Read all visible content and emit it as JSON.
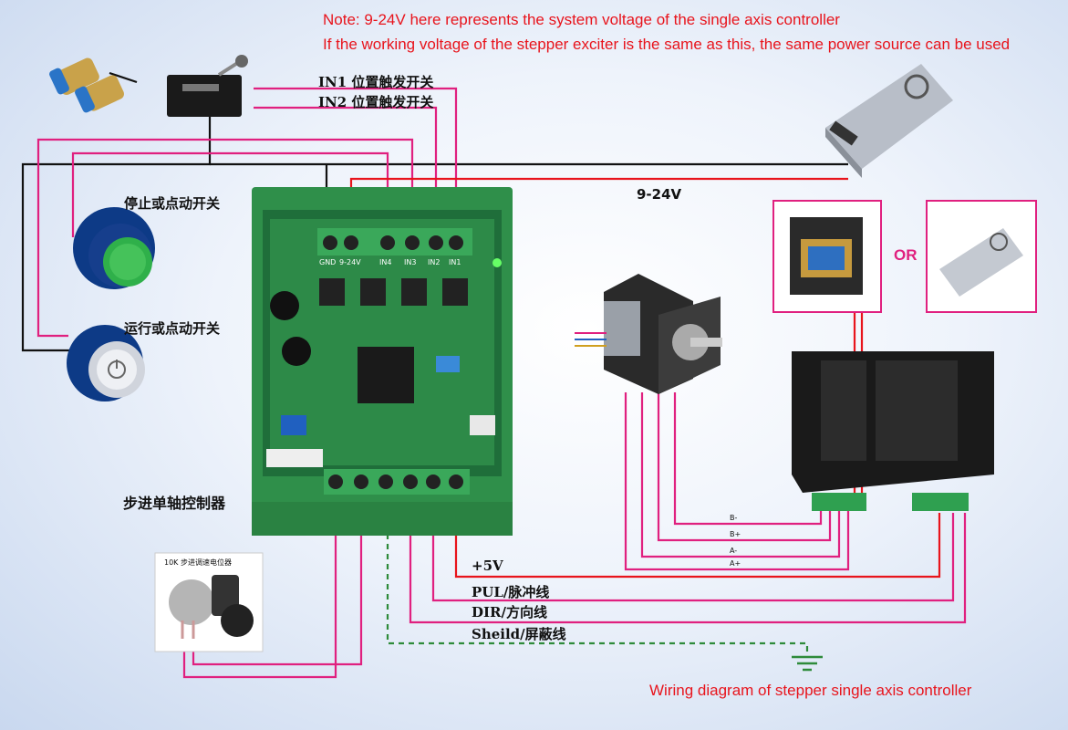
{
  "notes": {
    "line1": "Note: 9-24V here represents the system voltage of the single axis controller",
    "line2": "If the working voltage of the stepper exciter is the same as this, the same power source can be used"
  },
  "labels": {
    "in1": "IN1 位置触发开关",
    "in2": "IN2 位置触发开关",
    "voltage": "9-24V",
    "stop_switch": "停止或点动开关",
    "run_switch": "运行或点动开关",
    "controller": "步进单轴控制器",
    "or": "OR",
    "pos5v": "+5V",
    "pul": "PUL/脉冲线",
    "dir": "DIR/方向线",
    "shield": "Sheild/屏蔽线",
    "potentiometer": "10K 步进调速电位器",
    "caption": "Wiring diagram of stepper single axis controller"
  },
  "board_terminals": [
    "GND",
    "9-24V",
    "IN4",
    "IN3",
    "IN2",
    "IN1"
  ],
  "motor_wires": [
    "B-",
    "B+",
    "A-",
    "A+"
  ],
  "colors": {
    "magenta": "#e0207f",
    "red": "#e8141c",
    "black": "#111111",
    "green_dash": "#2e8b3a",
    "board": "#2f8f4a"
  }
}
